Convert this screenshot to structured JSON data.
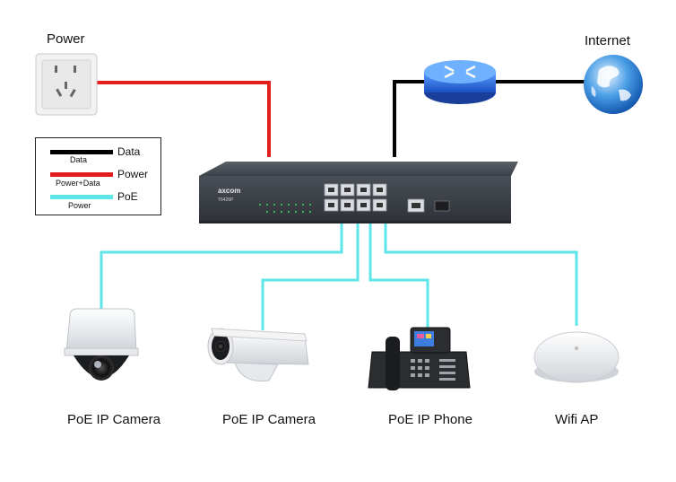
{
  "labels": {
    "power": "Power",
    "internet": "Internet",
    "camera_dome": "PoE IP Camera",
    "camera_bullet": "PoE IP Camera",
    "phone": "PoE IP Phone",
    "wifi_ap": "Wifi AP"
  },
  "legend": {
    "data": {
      "label": "Data",
      "sub": "Data",
      "color": "#000000"
    },
    "power": {
      "label": "Power",
      "sub": "Power+Data",
      "color": "#e41e1e"
    },
    "poe": {
      "label": "PoE",
      "sub": "Power",
      "color": "#5ce6ea"
    }
  },
  "switch": {
    "brand": "axcom",
    "model": "T6426P"
  },
  "colors": {
    "data": "#000000",
    "power": "#e41e1e",
    "poe": "#5ce6ea"
  }
}
